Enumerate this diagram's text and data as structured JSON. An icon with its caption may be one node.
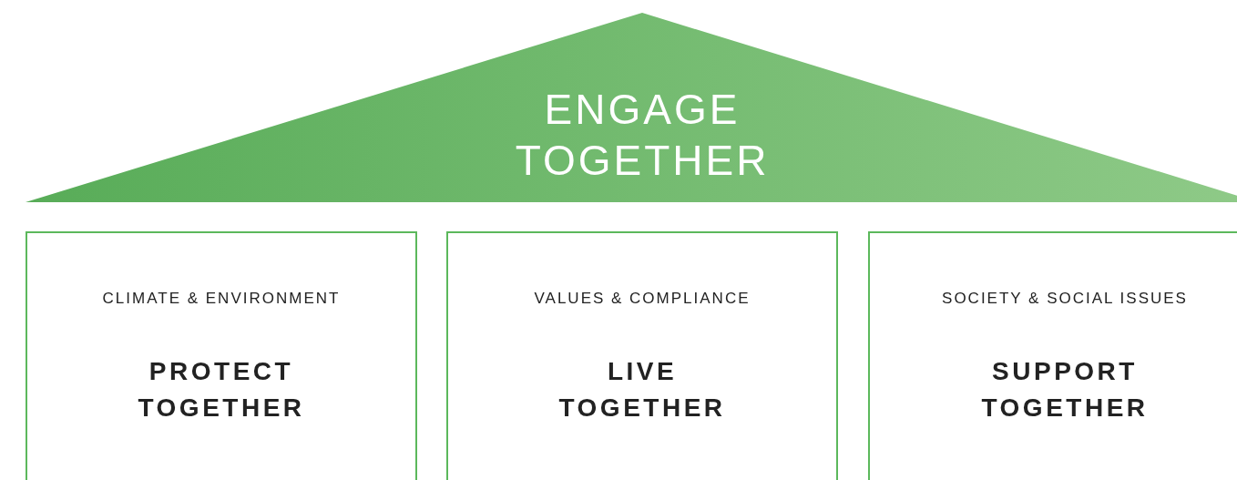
{
  "diagram": {
    "nodes": [
      {
        "text": [
          "ENGAGE TOGETHER"
        ]
      },
      {
        "text": [
          "CLIMATE & ENVIRONMENT",
          "PROTECT TOGETHER"
        ]
      },
      {
        "text": [
          "VALUES & COMPLIANCE",
          "LIVE TOGETHER"
        ]
      },
      {
        "text": [
          "SOCIETY & SOCIAL ISSUES",
          "SUPPORT TOGETHER"
        ]
      }
    ]
  }
}
